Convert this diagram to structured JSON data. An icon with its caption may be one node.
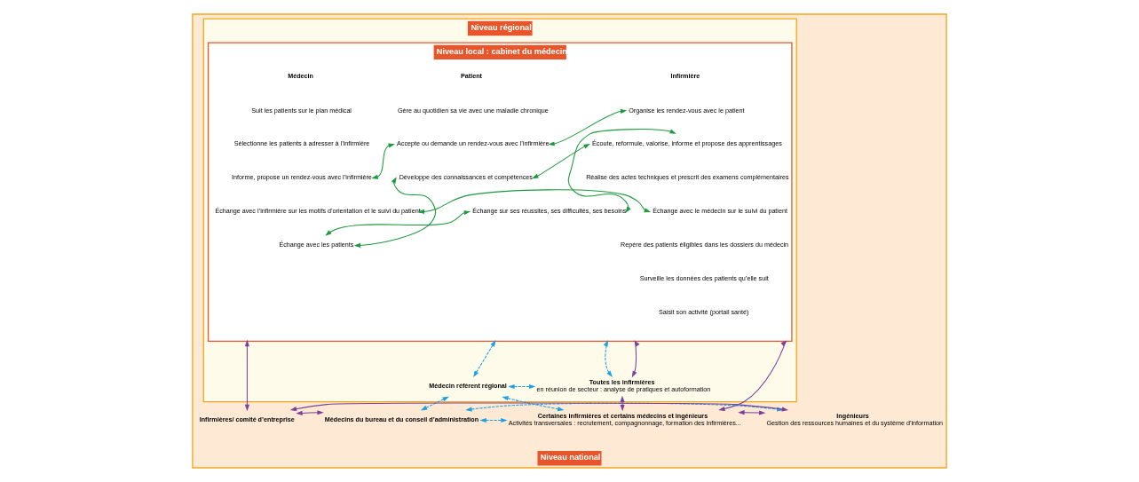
{
  "diagram": {
    "nodes": [
      {
        "text": [
          "Niveau national"
        ]
      },
      {
        "text": [
          "Niveau régional"
        ],
        "in": 0
      },
      {
        "text": [
          "Niveau local : cabinet du médecin"
        ],
        "in": 1
      },
      {
        "text": [
          "Médecin"
        ],
        "in": 2
      },
      {
        "text": [
          "Suit les patients sur le plan médical"
        ],
        "in": 2
      },
      {
        "text": [
          "Sélectionne les patients à adresser à l’infirmière"
        ],
        "in": 2
      },
      {
        "text": [
          "Informe, propose un rendez-vous avec l’infirmière"
        ],
        "in": 2
      },
      {
        "text": [
          "Échange avec l’infirmière sur les motifs d’orientation et le suivi du patient"
        ],
        "in": 2
      },
      {
        "text": [
          "Échange avec les patients"
        ],
        "in": 2
      },
      {
        "text": [
          "Patient"
        ],
        "in": 2
      },
      {
        "text": [
          "Gère au quotidien sa vie avec une maladie chronique"
        ],
        "in": 2
      },
      {
        "text": [
          "Accepte ou demande un rendez-vous avec l’infirmière"
        ],
        "in": 2
      },
      {
        "text": [
          "Développe des connaissances et compétences"
        ],
        "in": 2
      },
      {
        "text": [
          "Échange sur ses réussites, ses difficultés, ses besoins"
        ],
        "in": 2
      },
      {
        "text": [
          "Infirmière"
        ],
        "in": 2
      },
      {
        "text": [
          "Organise les rendez-vous avec le patient"
        ],
        "in": 2
      },
      {
        "text": [
          "Écoute, reformule, valorise, informe et propose des apprentissages"
        ],
        "in": 2
      },
      {
        "text": [
          "Réalise des actes techniques et prescrit des examens complémentaires"
        ],
        "in": 2
      },
      {
        "text": [
          "Échange avec le médecin sur le suivi du patient"
        ],
        "in": 2
      },
      {
        "text": [
          "Repère des patients éligibles dans les dossiers du médecin"
        ],
        "in": 2
      },
      {
        "text": [
          "Surveille les données des patients qu’elle suit"
        ],
        "in": 2
      },
      {
        "text": [
          "Saisit son activité (portail santé)"
        ],
        "in": 2
      },
      {
        "text": [
          "Médecin référent régional"
        ],
        "in": 1
      },
      {
        "text": [
          "Toutes les infirmières",
          "en réunion de secteur : analyse de pratiques et autoformation"
        ],
        "in": 1
      },
      {
        "text": [
          "Médecins du bureau et du conseil d’administration"
        ],
        "in": 0
      },
      {
        "text": [
          "Infirmières/ comité d’entreprise"
        ],
        "in": 0
      },
      {
        "text": [
          "Ingénieurs",
          "Gestion des ressources humaines et du système d’information"
        ],
        "in": 0
      },
      {
        "text": [
          "Certaines infirmières et certains médecins et ingénieurs",
          "Activités transversales : recrutement, compagnonnage, formation des infirmières..."
        ],
        "in": 0
      }
    ],
    "edges": [
      {
        "from": 6,
        "to": 11,
        "arrow": "both",
        "color": "#1a9a3c"
      },
      {
        "from": 11,
        "to": 15,
        "arrow": "both",
        "color": "#1a9a3c"
      },
      {
        "from": 12,
        "to": 16,
        "arrow": "both",
        "color": "#1a9a3c"
      },
      {
        "from": 13,
        "to": 16,
        "arrow": "both",
        "color": "#1a9a3c"
      },
      {
        "from": 7,
        "to": 18,
        "arrow": "both",
        "color": "#1a9a3c"
      },
      {
        "from": 8,
        "to": 12,
        "arrow": "both",
        "color": "#1a9a3c"
      },
      {
        "from": 8,
        "to": 13,
        "arrow": "both",
        "color": "#1a9a3c"
      },
      {
        "from": 2,
        "to": 22,
        "arrow": "both",
        "style": "dashed",
        "color": "#1ba1e2"
      },
      {
        "from": 22,
        "to": 24,
        "arrow": "both",
        "style": "dashed",
        "color": "#1ba1e2"
      },
      {
        "from": 22,
        "to": 23,
        "arrow": "both",
        "style": "dashed",
        "color": "#1ba1e2"
      },
      {
        "from": 2,
        "to": 23,
        "arrow": "both",
        "style": "dashed",
        "color": "#1ba1e2"
      },
      {
        "from": 22,
        "to": 27,
        "arrow": "both",
        "style": "dashed",
        "color": "#1ba1e2"
      },
      {
        "from": 24,
        "to": 26,
        "arrow": "both",
        "style": "dashed",
        "color": "#1ba1e2"
      },
      {
        "from": 24,
        "to": 27,
        "arrow": "both",
        "style": "dashed",
        "color": "#1ba1e2"
      },
      {
        "from": 24,
        "to": 25,
        "arrow": "both",
        "color": "#7b3f98"
      },
      {
        "from": 2,
        "to": 25,
        "arrow": "both",
        "color": "#7b3f98"
      },
      {
        "from": 26,
        "to": 25,
        "arrow": "both",
        "color": "#7b3f98"
      },
      {
        "from": 26,
        "to": 27,
        "arrow": "both",
        "color": "#7b3f98"
      },
      {
        "from": 2,
        "to": 27,
        "arrow": "both",
        "color": "#7b3f98"
      },
      {
        "from": 2,
        "to": 23,
        "arrow": "both",
        "color": "#7b3f98"
      },
      {
        "from": 23,
        "to": 27,
        "arrow": "both",
        "color": "#7b3f98"
      }
    ]
  }
}
